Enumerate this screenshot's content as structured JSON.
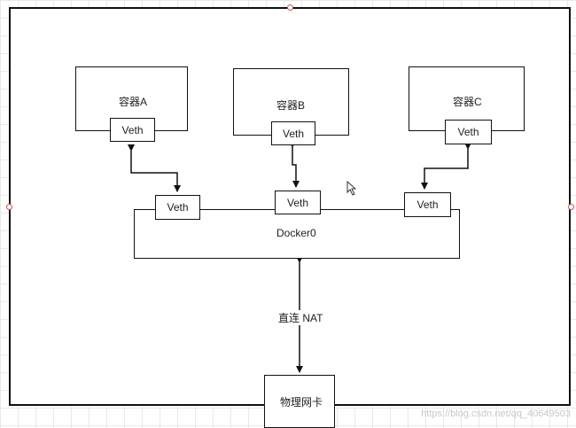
{
  "containers": [
    {
      "label": "容器A",
      "veth": "Veth"
    },
    {
      "label": "容器B",
      "veth": "Veth"
    },
    {
      "label": "容器C",
      "veth": "Veth"
    }
  ],
  "bridge": {
    "label": "Docker0",
    "veths": [
      "Veth",
      "Veth",
      "Veth"
    ]
  },
  "link": {
    "label": "直连 NAT"
  },
  "nic": {
    "label": "物理网卡"
  },
  "watermark": "https://blog.csdn.net/qq_40649503"
}
